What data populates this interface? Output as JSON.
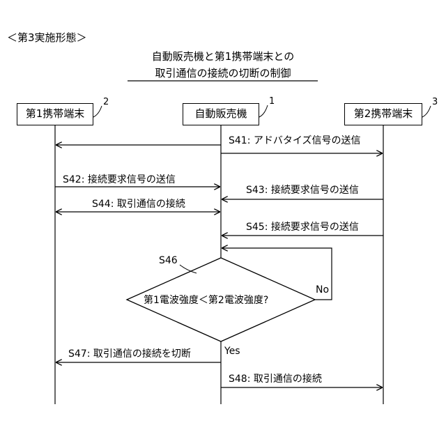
{
  "header": "＜第3実施形態＞",
  "title": {
    "line1": "自動販売機と第1携帯端末との",
    "line2": "取引通信の接続の切断の制御"
  },
  "actors": [
    {
      "name": "第1携帯端末",
      "ref": "2"
    },
    {
      "name": "自動販売機",
      "ref": "1"
    },
    {
      "name": "第2携帯端末",
      "ref": "3"
    }
  ],
  "messages": {
    "s41": "S41: アドバタイズ信号の送信",
    "s42": "S42: 接続要求信号の送信",
    "s43": "S43: 接続要求信号の送信",
    "s44": "S44: 取引通信の接続",
    "s45": "S45: 接続要求信号の送信",
    "s47": "S47: 取引通信の接続を切断",
    "s48": "S48: 取引通信の接続"
  },
  "decision": {
    "step": "S46",
    "question": "第1電波強度＜第2電波強度?",
    "yes": "Yes",
    "no": "No"
  }
}
